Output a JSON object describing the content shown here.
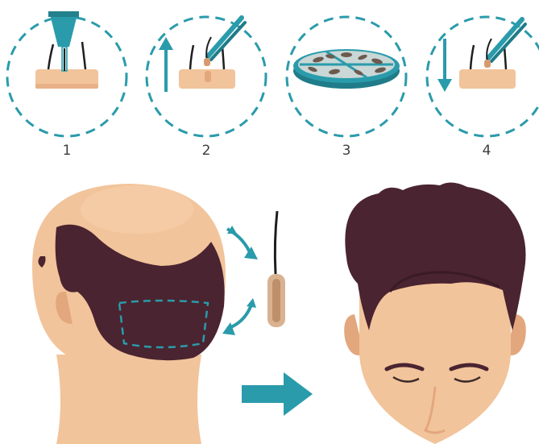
{
  "steps": [
    {
      "label": "1",
      "icon": "punch-extraction-icon"
    },
    {
      "label": "2",
      "icon": "follicle-removal-icon"
    },
    {
      "label": "3",
      "icon": "graft-dish-icon"
    },
    {
      "label": "4",
      "icon": "follicle-implant-icon"
    }
  ],
  "colors": {
    "teal": "#2a9bab",
    "skin": "#f2c49b",
    "skin_shade": "#e3a77e",
    "hair": "#4a2430",
    "background": "#ffffff"
  }
}
